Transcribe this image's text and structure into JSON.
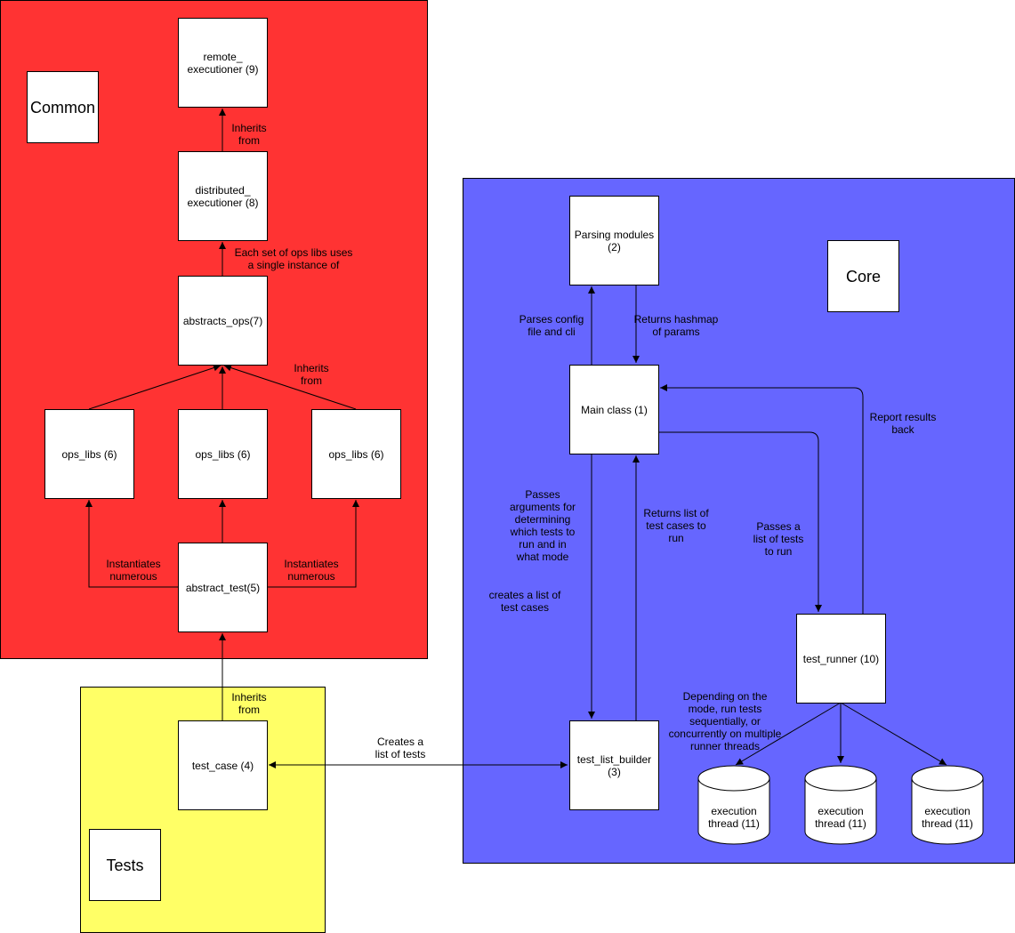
{
  "colors": {
    "common": "#ff3333",
    "core": "#6666ff",
    "tests": "#ffff66"
  },
  "regions": {
    "common": "Common",
    "core": "Core",
    "tests": "Tests"
  },
  "nodes": {
    "remote_executioner": "remote_\nexecutioner (9)",
    "distributed_executioner": "distributed_\nexecutioner (8)",
    "abstracts_ops": "abstracts_ops(7)",
    "ops_libs_1": "ops_libs (6)",
    "ops_libs_2": "ops_libs (6)",
    "ops_libs_3": "ops_libs (6)",
    "abstract_test": "abstract_test(5)",
    "test_case": "test_case (4)",
    "parsing_modules": "Parsing modules\n(2)",
    "main_class": "Main class (1)",
    "test_list_builder": "test_list_builder\n(3)",
    "test_runner": "test_runner (10)",
    "execution_thread_1": "execution\nthread (11)",
    "execution_thread_2": "execution\nthread (11)",
    "execution_thread_3": "execution\nthread (11)"
  },
  "edge_labels": {
    "inherits_from_9": "Inherits\nfrom",
    "each_set": "Each set of ops libs uses\na single instance of",
    "inherits_from_7": "Inherits\nfrom",
    "instantiates_left": "Instantiates\nnumerous",
    "instantiates_right": "Instantiates\nnumerous",
    "inherits_from_5": "Inherits\nfrom",
    "creates_list_of_tests": "Creates a\nlist of tests",
    "parses_config": "Parses config\nfile and cli",
    "returns_hashmap": "Returns hashmap\nof params",
    "report_results": "Report results\nback",
    "passes_arguments": "Passes\narguments for\ndetermining\nwhich tests to\nrun and in\nwhat mode",
    "returns_list": "Returns list of\ntest cases to\nrun",
    "passes_list": "Passes a\nlist of tests\nto run",
    "creates_list_of_cases": "creates a list of\ntest cases",
    "depending_on_mode": "Depending on the\nmode, run tests\nsequentially, or\nconcurrently on multiple\nrunner threads"
  }
}
